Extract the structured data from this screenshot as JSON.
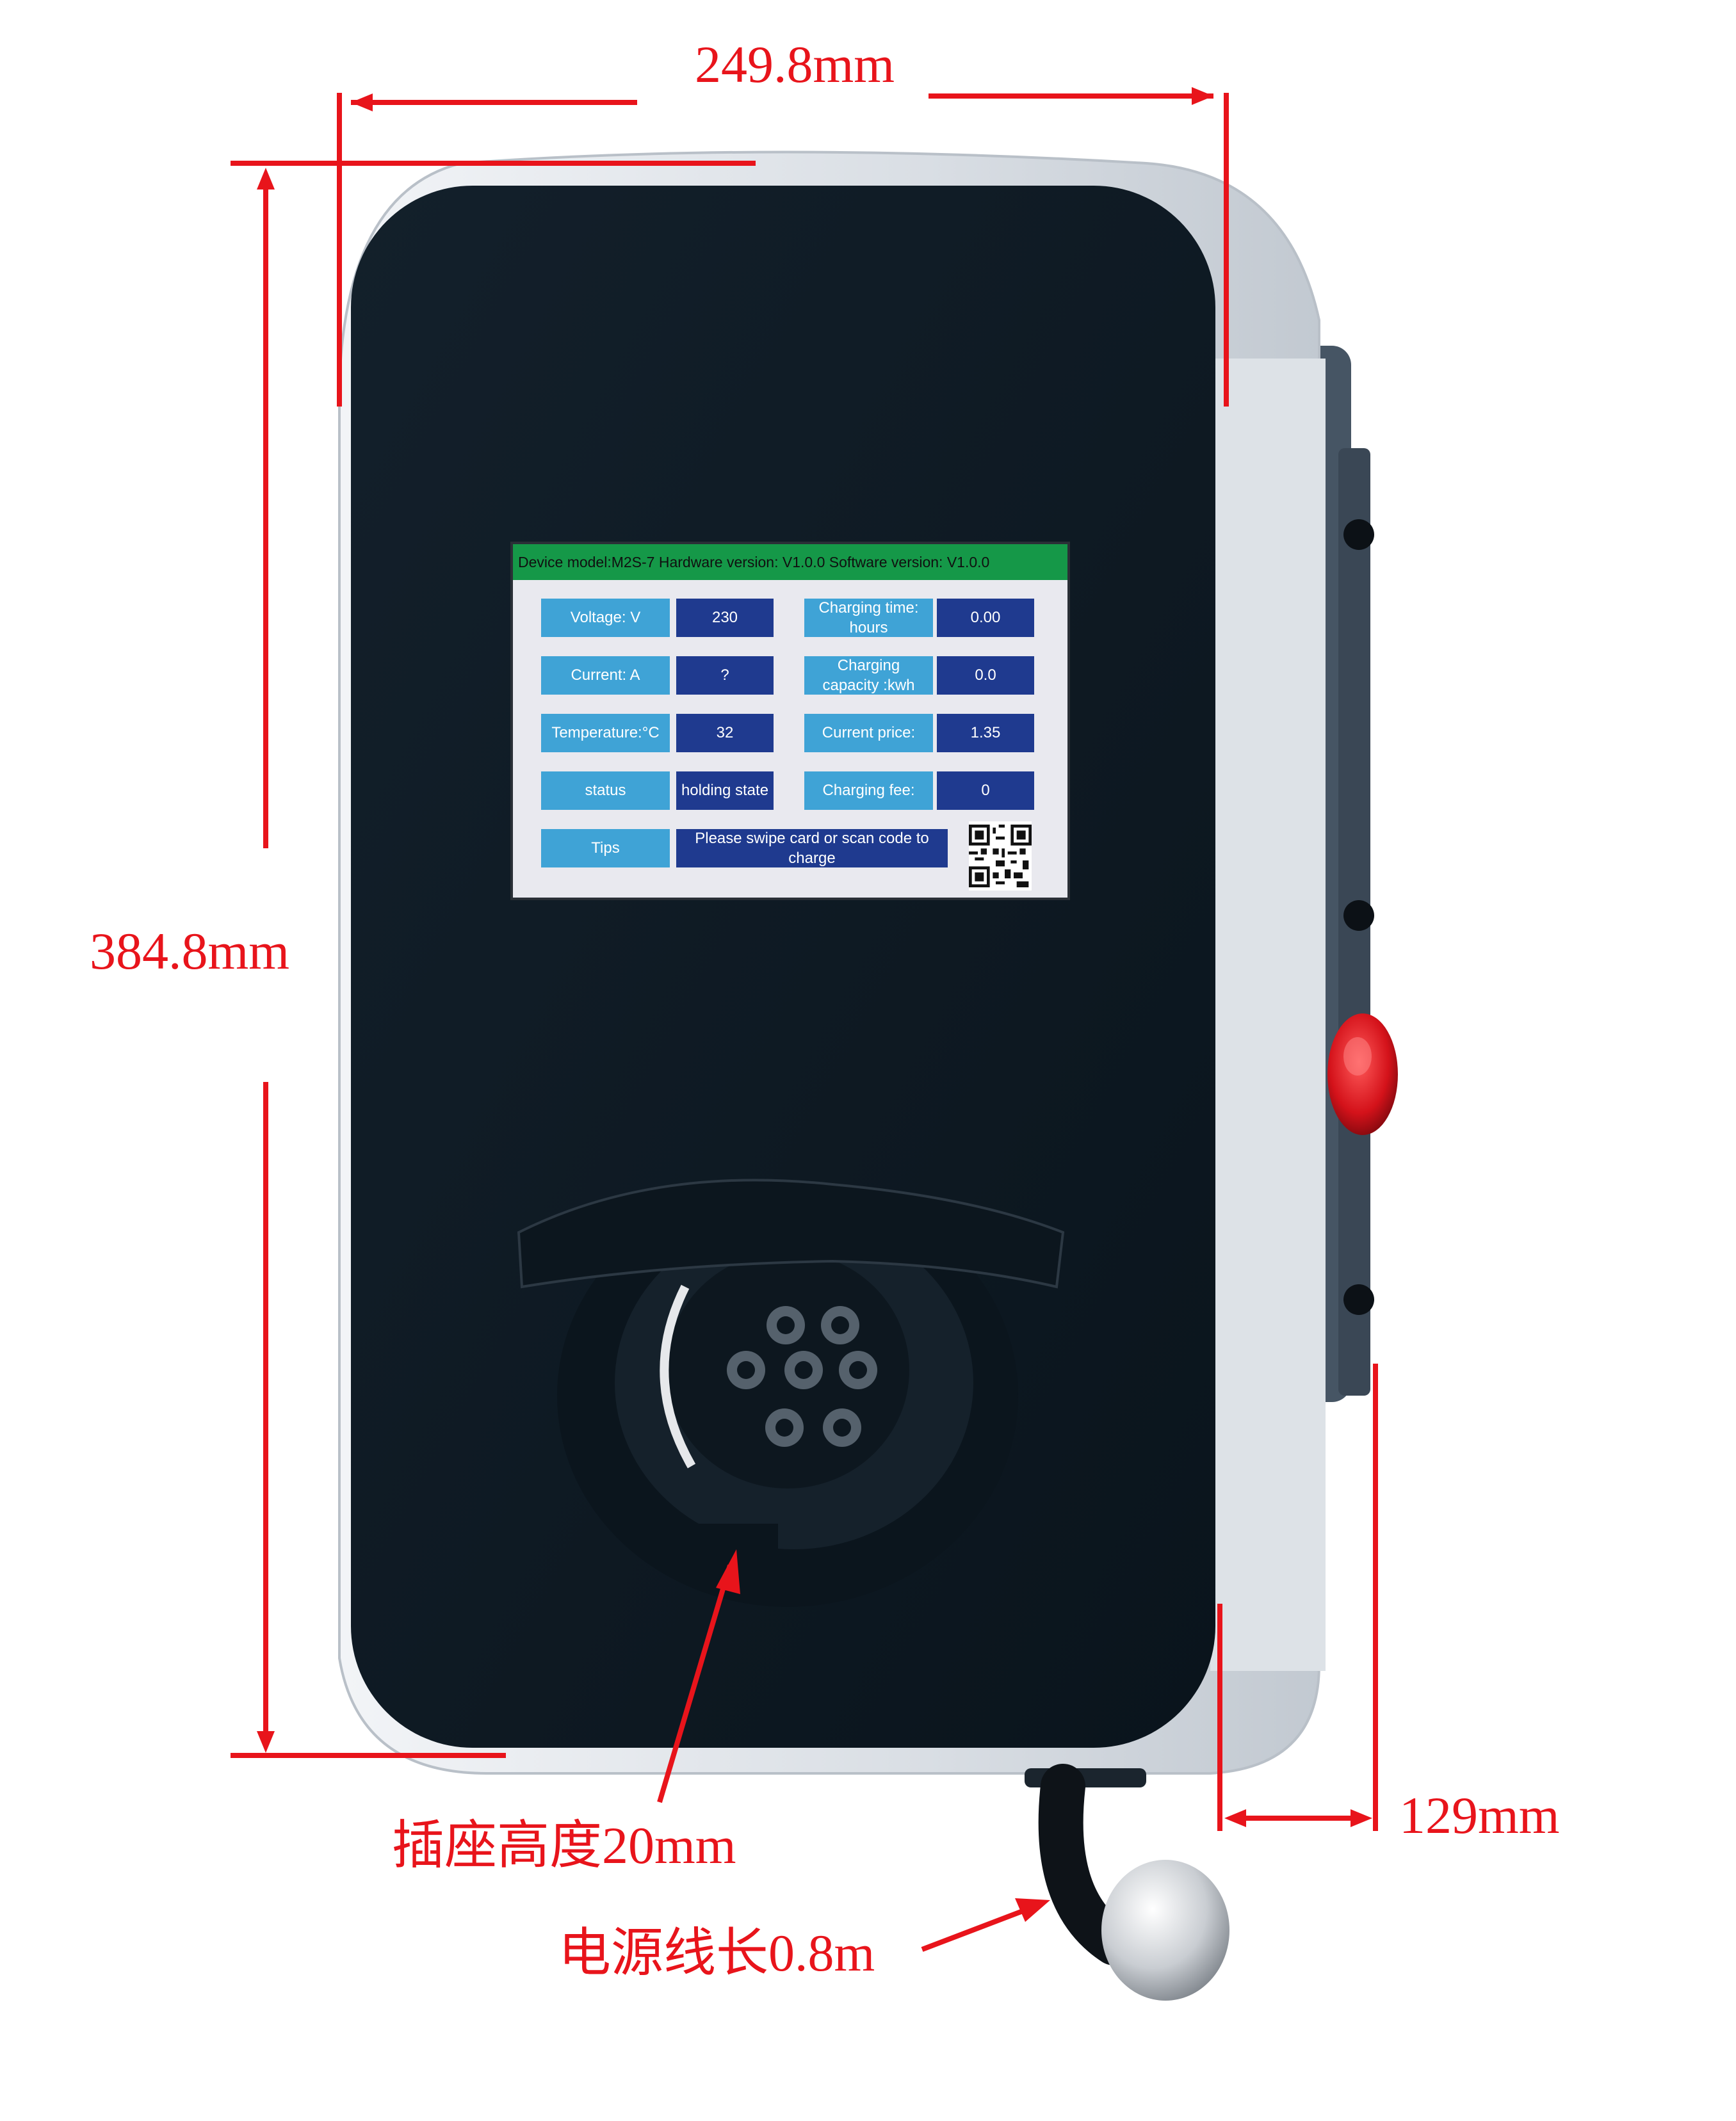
{
  "dimensions": {
    "width": "249.8mm",
    "height": "384.8mm",
    "depth": "129mm",
    "socket_height": "插座高度20mm",
    "cable_length": "电源线长0.8m"
  },
  "screen": {
    "header": "Device model:M2S-7 Hardware version: V1.0.0 Software version: V1.0.0",
    "rows": [
      {
        "left_label": "Voltage: V",
        "left_value": "230",
        "right_label": "Charging time: hours",
        "right_value": "0.00"
      },
      {
        "left_label": "Current: A",
        "left_value": "?",
        "right_label": "Charging capacity :kwh",
        "right_value": "0.0"
      },
      {
        "left_label": "Temperature:°C",
        "left_value": "32",
        "right_label": "Current price:",
        "right_value": "1.35"
      },
      {
        "left_label": "status",
        "left_value": "holding state",
        "right_label": "Charging fee:",
        "right_value": "0"
      }
    ],
    "tips_label": "Tips",
    "tips_text": "Please swipe card or scan code to charge"
  },
  "colors": {
    "annotation": "#e8141b",
    "header_bar": "#159848",
    "label_cell": "#3fa3d6",
    "value_cell": "#1f3a8f",
    "emergency_button": "#d8141c",
    "front_panel": "#0e1a24",
    "housing": "#eef1f5"
  },
  "icons": {
    "qr": "qr-code",
    "socket": "type2-charging-socket",
    "emergency": "emergency-stop-button"
  }
}
